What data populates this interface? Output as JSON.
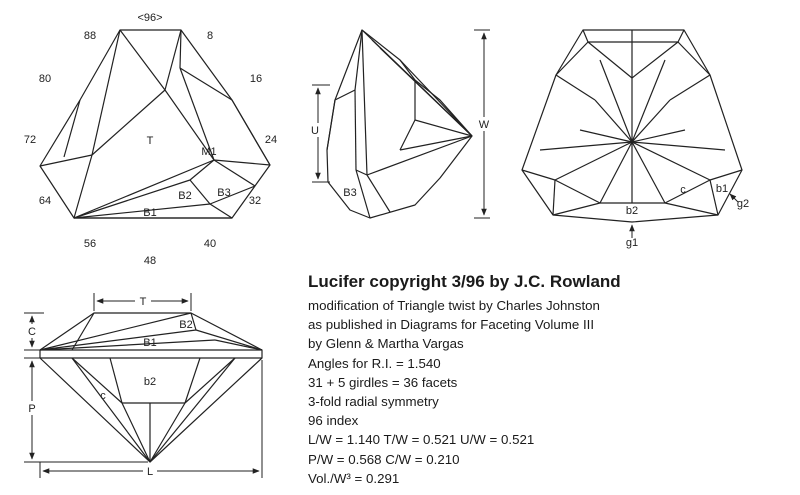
{
  "diagram": {
    "top_view": {
      "index_labels": [
        "<96>",
        "8",
        "16",
        "24",
        "32",
        "40",
        "48",
        "56",
        "64",
        "72",
        "80",
        "88"
      ],
      "facet_labels": [
        "T",
        "M1",
        "B2",
        "B3",
        "B1"
      ]
    },
    "side_view": {
      "dimension_labels": [
        "U",
        "W"
      ],
      "facet_labels": [
        "B3"
      ]
    },
    "pavilion_view": {
      "facet_labels": [
        "c",
        "b1",
        "b2"
      ],
      "girdle_labels": [
        "g1",
        "g2"
      ]
    },
    "profile_view": {
      "dimension_labels": [
        "T",
        "C",
        "P",
        "L"
      ],
      "facet_labels": [
        "B2",
        "B1",
        "b2",
        "c"
      ]
    }
  },
  "info": {
    "title": "Lucifer copyright 3/96 by J.C. Rowland",
    "lines": [
      "modification of Triangle twist by Charles Johnston",
      "as published in Diagrams for Faceting Volume III",
      "by Glenn & Martha Vargas",
      "Angles for R.I. = 1.540",
      "31 + 5 girdles = 36 facets",
      "3-fold radial symmetry",
      "96 index",
      "L/W = 1.140  T/W = 0.521  U/W = 0.521",
      "P/W = 0.568  C/W = 0.210",
      "Vol./W³ = 0.291"
    ]
  }
}
